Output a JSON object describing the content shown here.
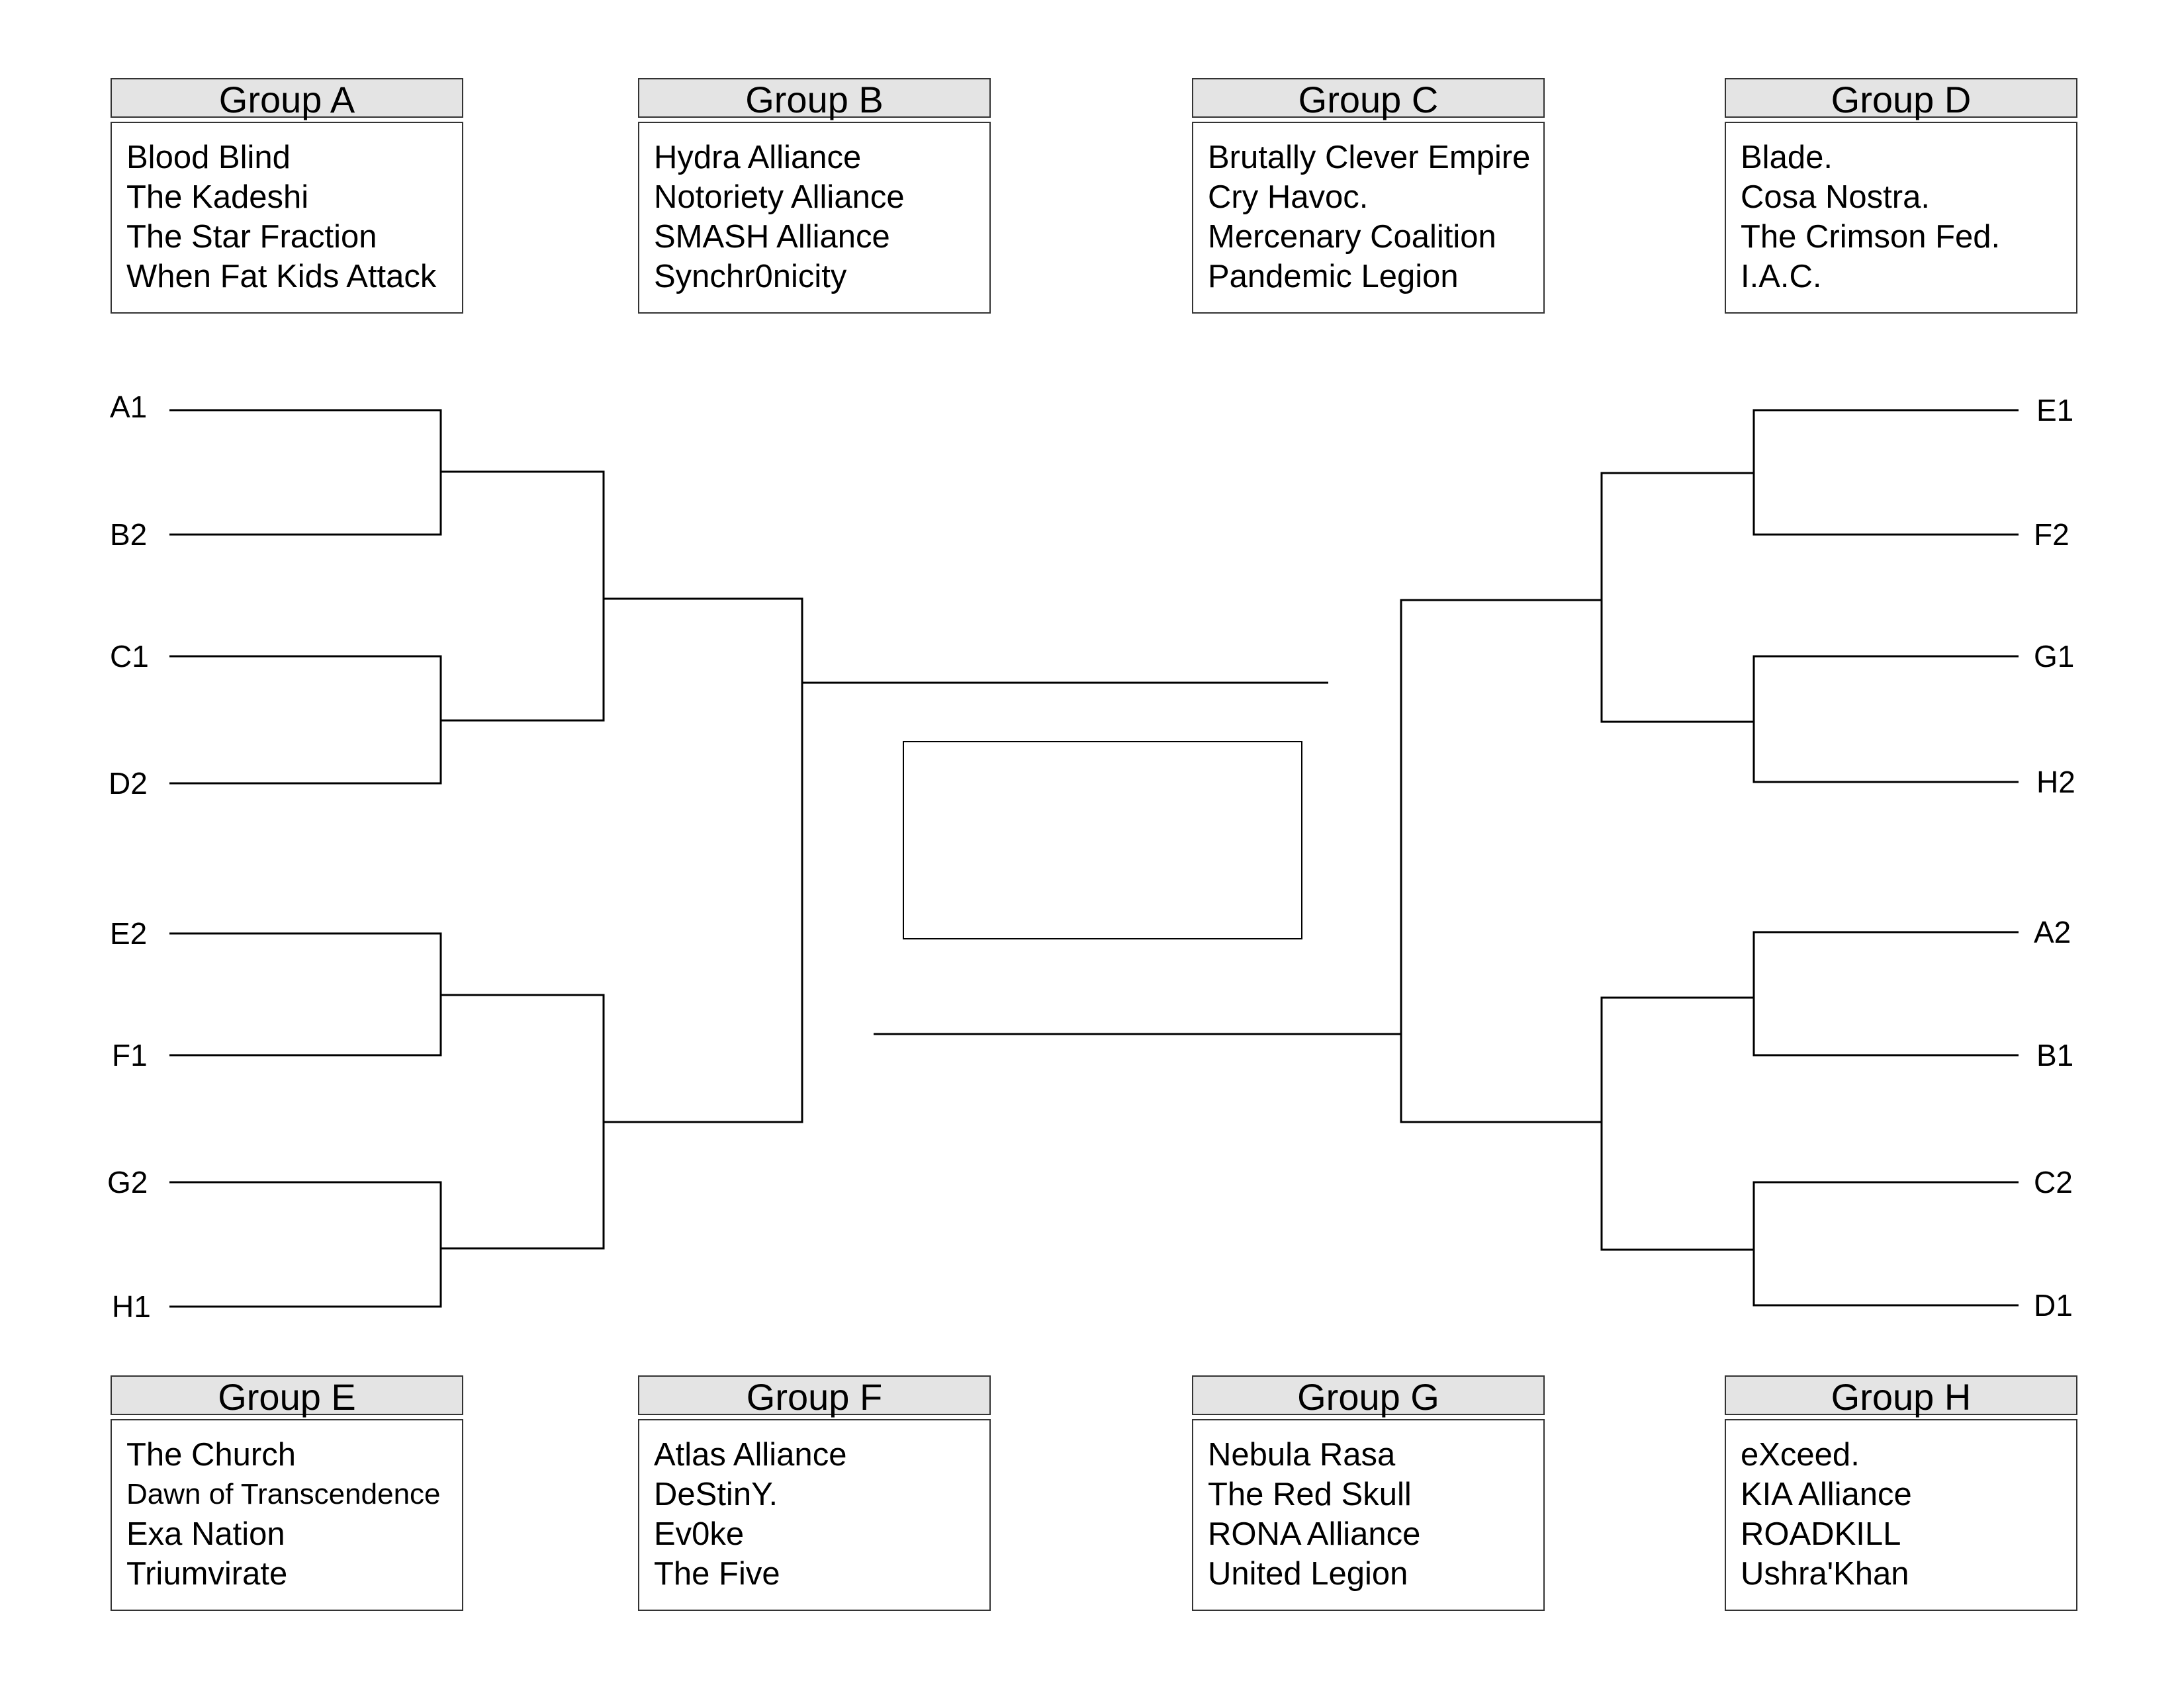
{
  "groups": [
    {
      "title": "Group A",
      "teams": [
        "Blood Blind",
        "The Kadeshi",
        "The Star Fraction",
        "When Fat Kids Attack"
      ]
    },
    {
      "title": "Group B",
      "teams": [
        "Hydra Alliance",
        "Notoriety Alliance",
        "SMASH Alliance",
        "Synchr0nicity"
      ]
    },
    {
      "title": "Group C",
      "teams": [
        "Brutally Clever Empire",
        "Cry Havoc.",
        "Mercenary Coalition",
        "Pandemic Legion"
      ]
    },
    {
      "title": "Group D",
      "teams": [
        "Blade.",
        "Cosa Nostra.",
        "The Crimson Fed.",
        "I.A.C."
      ]
    },
    {
      "title": "Group E",
      "teams": [
        "The Church",
        "Dawn of Transcendence",
        "Exa Nation",
        "Triumvirate"
      ]
    },
    {
      "title": "Group F",
      "teams": [
        "Atlas Alliance",
        "DeStinY.",
        "Ev0ke",
        "The Five"
      ]
    },
    {
      "title": "Group G",
      "teams": [
        "Nebula Rasa",
        "The Red Skull",
        "RONA Alliance",
        "United Legion"
      ]
    },
    {
      "title": "Group H",
      "teams": [
        "eXceed.",
        "KIA Alliance",
        "ROADKILL",
        "Ushra'Khan"
      ]
    }
  ],
  "bracket": {
    "left_seeds": [
      "A1",
      "B2",
      "C1",
      "D2",
      "E2",
      "F1",
      "G2",
      "H1"
    ],
    "right_seeds": [
      "E1",
      "F2",
      "G1",
      "H2",
      "A2",
      "B1",
      "C2",
      "D1"
    ]
  }
}
